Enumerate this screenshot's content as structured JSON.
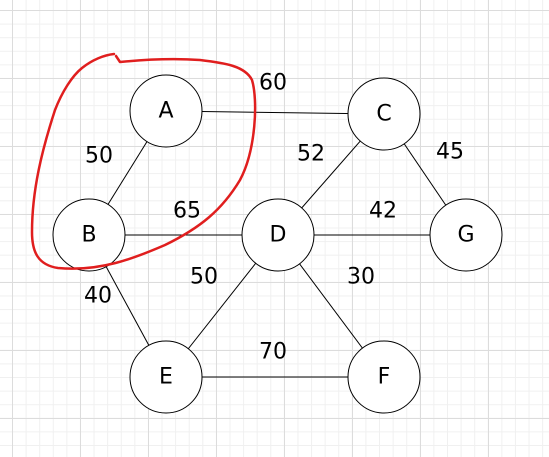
{
  "nodes": [
    {
      "id": "A",
      "label": "A"
    },
    {
      "id": "B",
      "label": "B"
    },
    {
      "id": "C",
      "label": "C"
    },
    {
      "id": "D",
      "label": "D"
    },
    {
      "id": "E",
      "label": "E"
    },
    {
      "id": "F",
      "label": "F"
    },
    {
      "id": "G",
      "label": "G"
    }
  ],
  "edges": [
    {
      "from": "A",
      "to": "C",
      "weight": "60"
    },
    {
      "from": "A",
      "to": "B",
      "weight": "50"
    },
    {
      "from": "B",
      "to": "D",
      "weight": "65"
    },
    {
      "from": "B",
      "to": "E",
      "weight": "40"
    },
    {
      "from": "C",
      "to": "D",
      "weight": "52"
    },
    {
      "from": "C",
      "to": "G",
      "weight": "45"
    },
    {
      "from": "D",
      "to": "G",
      "weight": "42"
    },
    {
      "from": "D",
      "to": "E",
      "weight": "50"
    },
    {
      "from": "D",
      "to": "F",
      "weight": "30"
    },
    {
      "from": "E",
      "to": "F",
      "weight": "70"
    }
  ],
  "highlight": {
    "color": "#e01e1e",
    "encloses": [
      "A",
      "B"
    ]
  }
}
